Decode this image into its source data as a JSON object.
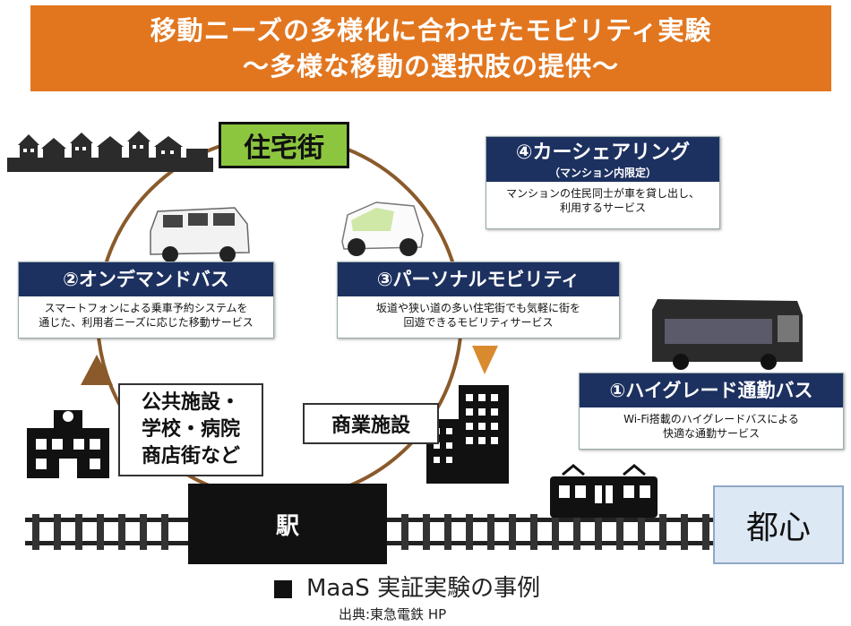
{
  "title": {
    "line1": "移動ニーズの多様化に合わせたモビリティ実験",
    "line2": "～多様な移動の選択肢の提供～"
  },
  "nodes": {
    "residential": "住宅街",
    "commercial": "商業施設",
    "station": "駅",
    "city_center": "都心",
    "public": {
      "line1": "公共施設・",
      "line2": "学校・病院",
      "line3": "商店街など"
    }
  },
  "services": {
    "on_demand_bus": {
      "title": "②オンデマンドバス",
      "desc1": "スマートフォンによる乗車予約システムを",
      "desc2": "通じた、利用者ニーズに応じた移動サービス"
    },
    "personal_mobility": {
      "title": "③パーソナルモビリティ",
      "desc1": "坂道や狭い道の多い住宅街でも気軽に街を",
      "desc2": "回遊できるモビリティサービス"
    },
    "car_sharing": {
      "title": "④カーシェアリング",
      "subtitle": "（マンション内限定）",
      "desc1": "マンションの住民同士が車を貸し出し、",
      "desc2": "利用するサービス"
    },
    "commuter_bus": {
      "title": "①ハイグレード通勤バス",
      "desc1": "Wi-Fi搭載のハイグレードバスによる",
      "desc2": "快適な通勤サービス"
    }
  },
  "caption": {
    "label": "MaaS 実証実験の事例",
    "source": "出典:東急電鉄 HP"
  },
  "colors": {
    "banner": "#e2761f",
    "card_header": "#1d3160",
    "residential_bg": "#8cc63f",
    "city_center_bg": "#dde8f5",
    "loop": "#8b5a2b"
  }
}
